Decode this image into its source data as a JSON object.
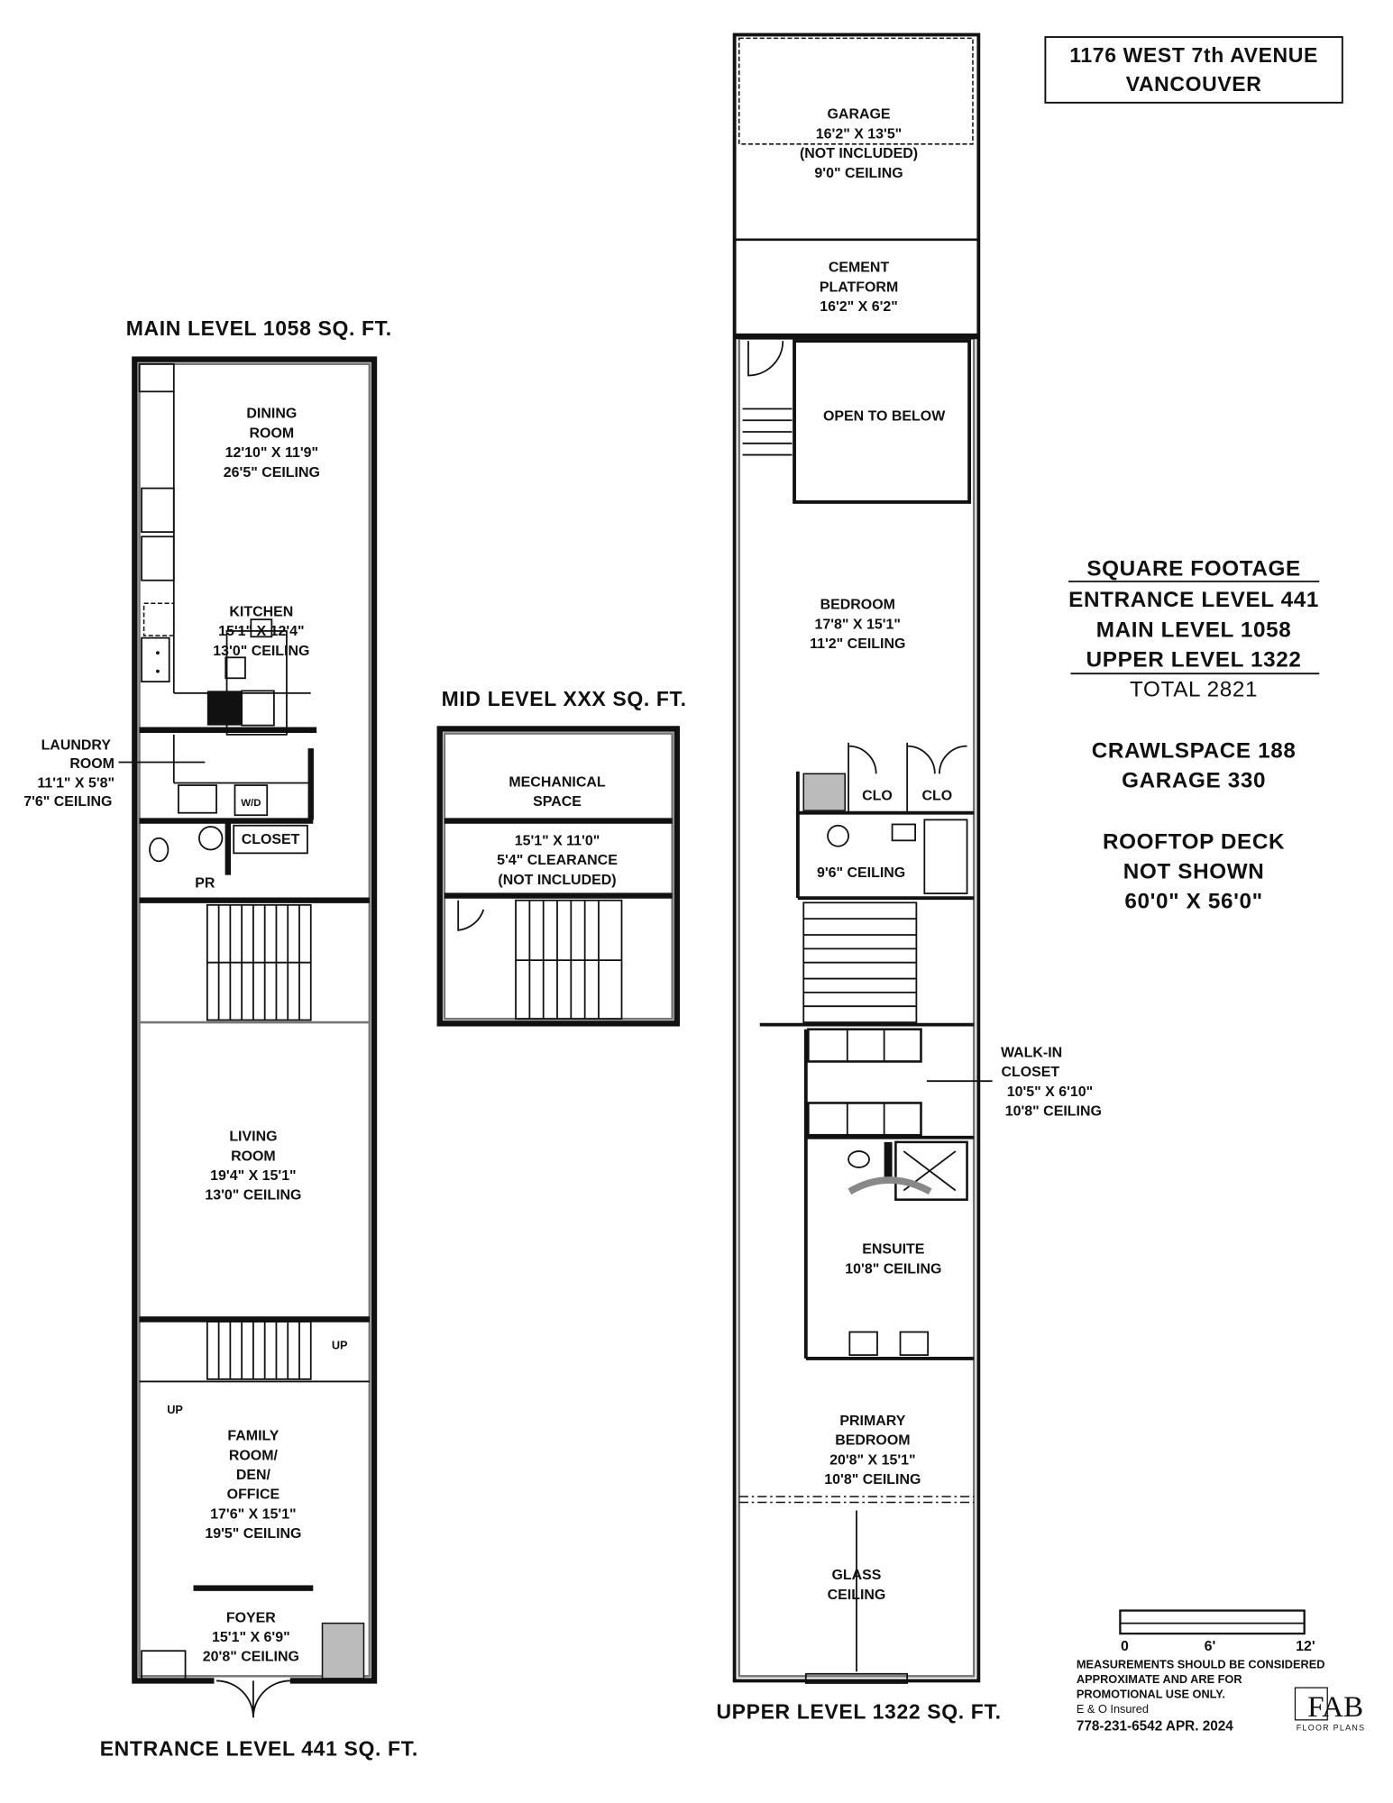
{
  "address": {
    "line1": "1176 WEST 7th AVENUE",
    "line2": "VANCOUVER"
  },
  "levels": {
    "main_title": "MAIN LEVEL 1058 SQ. FT.",
    "entrance_title": "ENTRANCE LEVEL 441 SQ. FT.",
    "mid_title": "MID LEVEL XXX SQ. FT.",
    "upper_title": "UPPER LEVEL 1322 SQ. FT."
  },
  "main": {
    "dining": [
      "DINING",
      "ROOM",
      "12'10\" X 11'9\"",
      "26'5\" CEILING"
    ],
    "kitchen": [
      "KITCHEN",
      "15'1\" X 12'4\"",
      "13'0\" CEILING"
    ],
    "laundry": [
      "LAUNDRY",
      "ROOM",
      "11'1\" X 5'8\"",
      "7'6\" CEILING"
    ],
    "wd": "W/D",
    "closet": "CLOSET",
    "pr": "PR",
    "living": [
      "LIVING",
      "ROOM",
      "19'4\" X 15'1\"",
      "13'0\" CEILING"
    ],
    "up1": "UP",
    "up2": "UP",
    "family": [
      "FAMILY",
      "ROOM/",
      "DEN/",
      "OFFICE",
      "17'6\" X 15'1\"",
      "19'5\" CEILING"
    ],
    "foyer": [
      "FOYER",
      "15'1\" X 6'9\"",
      "20'8\" CEILING"
    ]
  },
  "mid": {
    "mechanical": [
      "MECHANICAL",
      "SPACE",
      "15'1\" X 11'0\"",
      "5'4\" CLEARANCE",
      "(NOT INCLUDED)"
    ]
  },
  "upper": {
    "garage": [
      "GARAGE",
      "16'2\" X 13'5\"",
      "(NOT INCLUDED)",
      "9'0\" CEILING"
    ],
    "platform": [
      "CEMENT",
      "PLATFORM",
      "16'2\" X 6'2\""
    ],
    "open_below": "OPEN TO BELOW",
    "bedroom": [
      "BEDROOM",
      "17'8\" X 15'1\"",
      "11'2\" CEILING"
    ],
    "clo1": "CLO",
    "clo2": "CLO",
    "bath": "9'6\" CEILING",
    "walkin": [
      "WALK-IN",
      "CLOSET",
      "10'5\" X 6'10\"",
      "10'8\" CEILING"
    ],
    "ensuite": [
      "ENSUITE",
      "10'8\" CEILING"
    ],
    "primary": [
      "PRIMARY",
      "BEDROOM",
      "20'8\" X 15'1\"",
      "10'8\" CEILING"
    ],
    "glass": [
      "GLASS",
      "CEILING"
    ]
  },
  "summary": {
    "title": "SQUARE FOOTAGE",
    "entrance": "ENTRANCE LEVEL 441",
    "main": "MAIN LEVEL 1058",
    "upper": "UPPER LEVEL 1322",
    "total": "TOTAL 2821",
    "crawl": "CRAWLSPACE 188",
    "garage": "GARAGE 330",
    "deck1": "ROOFTOP DECK",
    "deck2": "NOT SHOWN",
    "deck3": "60'0\" X 56'0\""
  },
  "scale": {
    "t0": "0",
    "t6": "6'",
    "t12": "12'"
  },
  "disclaimer": [
    "MEASUREMENTS SHOULD BE CONSIDERED",
    "APPROXIMATE AND ARE FOR",
    "PROMOTIONAL USE ONLY.",
    "E & O Insured"
  ],
  "contact": "778-231-6542  APR. 2024",
  "logo": {
    "mark": "FAB",
    "sub": "FLOOR PLANS"
  }
}
